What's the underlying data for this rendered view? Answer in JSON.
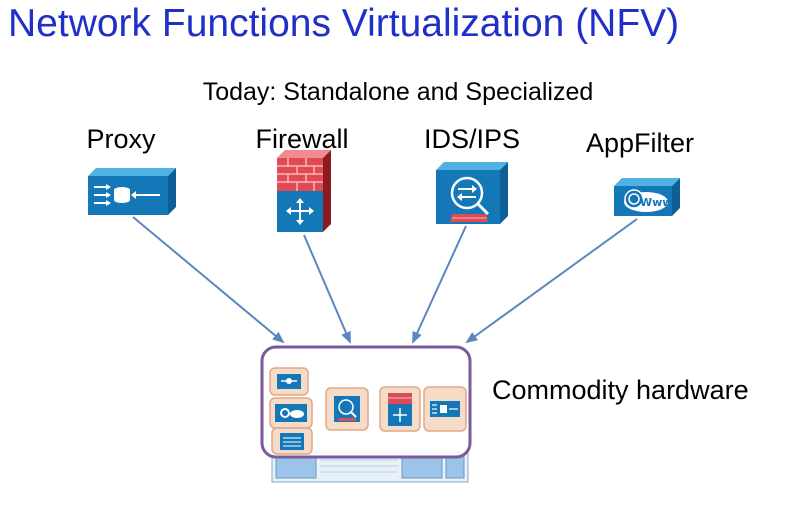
{
  "slide": {
    "title": "Network Functions Virtualization (NFV)",
    "subtitle": "Today: Standalone and Specialized"
  },
  "functions": [
    {
      "label": "Proxy",
      "icon": "proxy-icon"
    },
    {
      "label": "Firewall",
      "icon": "firewall-icon"
    },
    {
      "label": "IDS/IPS",
      "icon": "ids-ips-icon"
    },
    {
      "label": "AppFilter",
      "icon": "app-filter-icon"
    }
  ],
  "commodity": {
    "label": "Commodity hardware"
  },
  "colors": {
    "title": "#1f2fc8",
    "device_blue": "#1478b8",
    "firewall_red": "#e04a52",
    "arrow": "#5b86c0",
    "box_border": "#7a5a9a",
    "tile_fill": "#f6dcc8",
    "tile_border": "#e0a888"
  }
}
